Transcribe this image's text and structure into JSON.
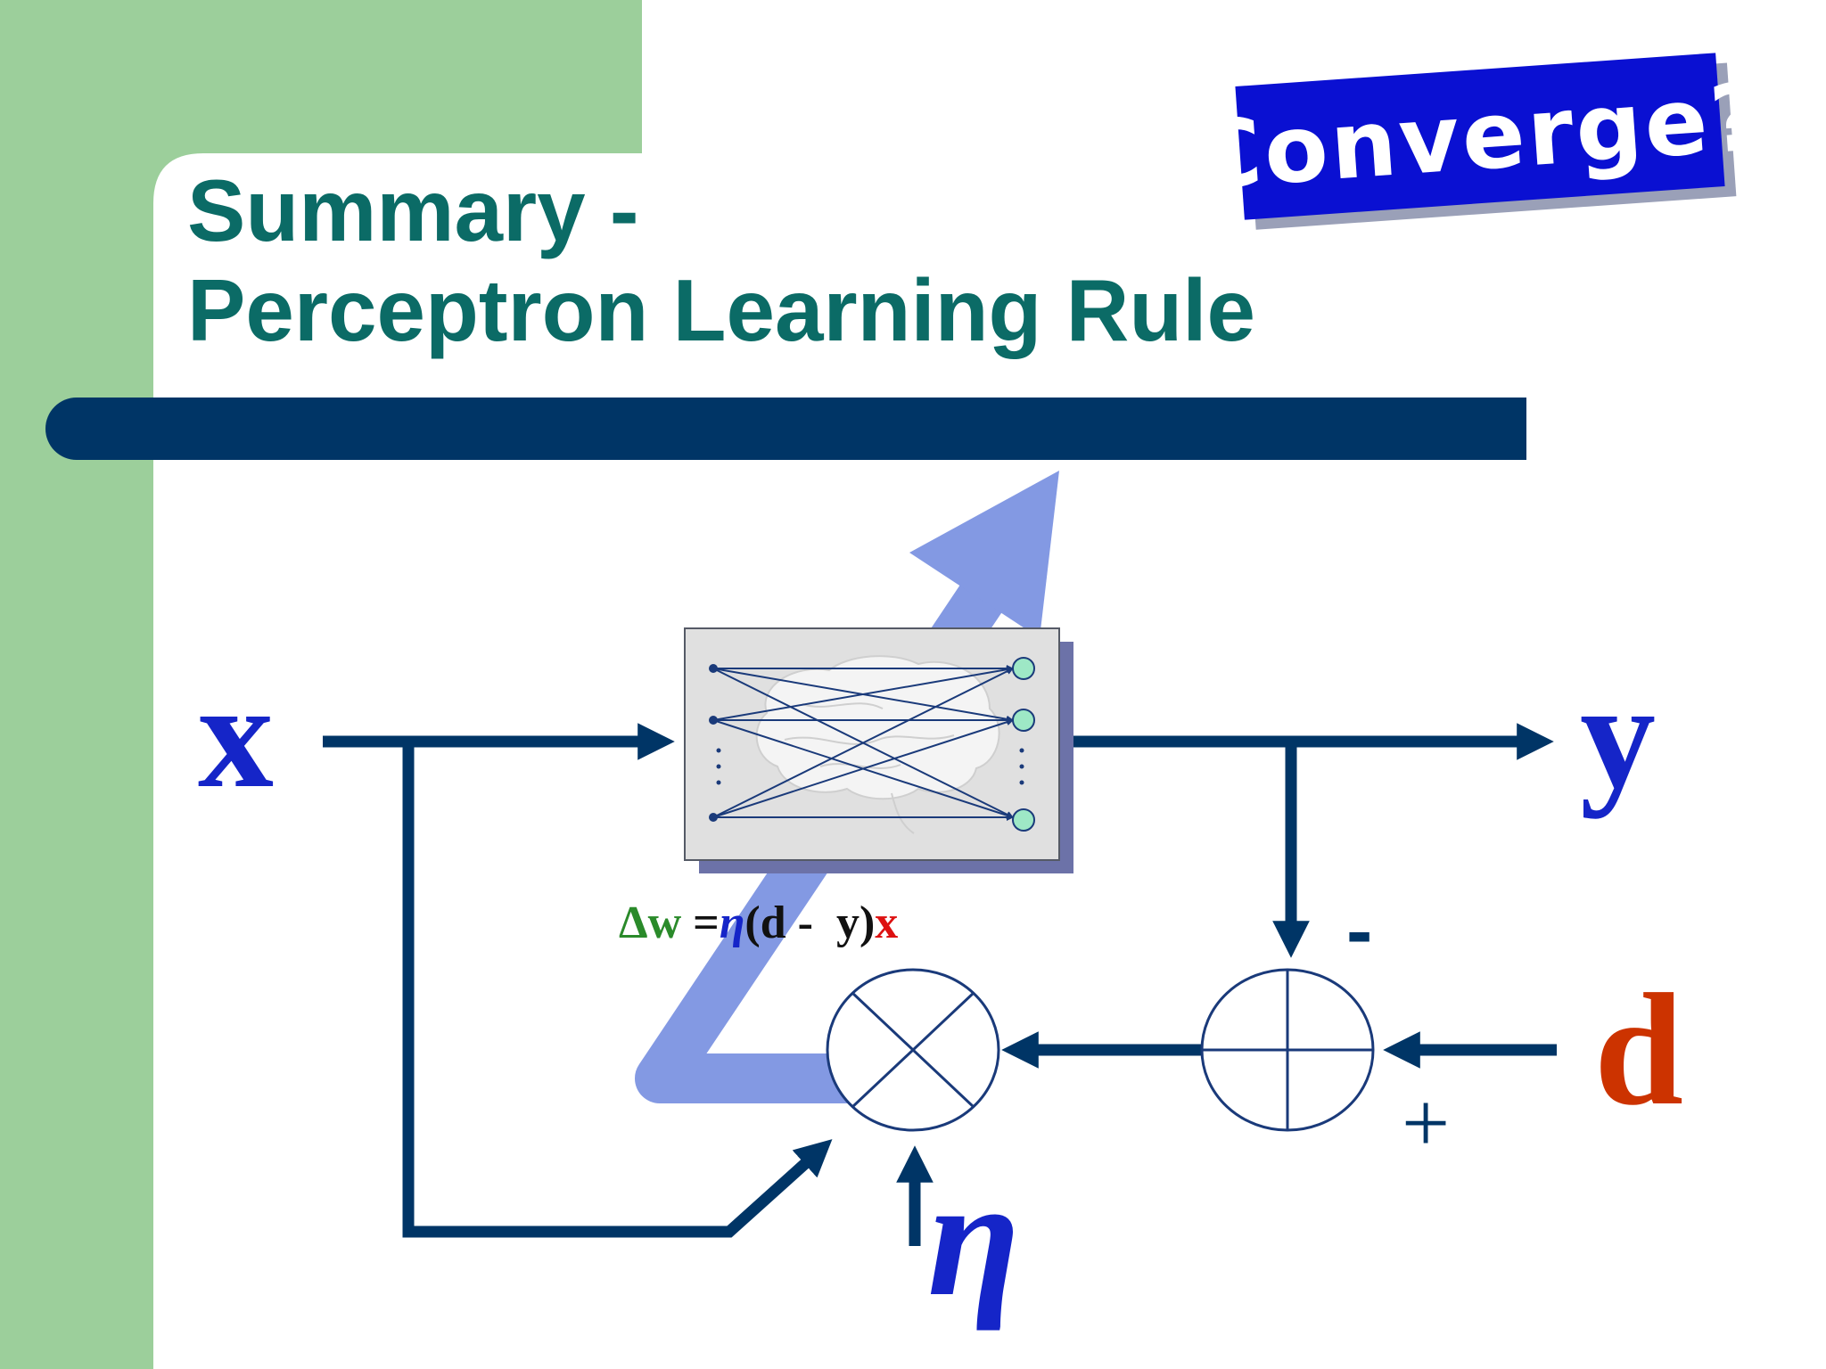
{
  "slide": {
    "title_line1": "Summary -",
    "title_line2": "Perceptron Learning Rule",
    "badge_text": "Converge?"
  },
  "diagram": {
    "input_label": "x",
    "output_label": "y",
    "desired_label": "d",
    "rate_label": "η",
    "minus_sign": "-",
    "plus_sign": "+",
    "formula": {
      "delta": "Δ",
      "w": "w",
      "equals": " =",
      "eta": "η",
      "open_paren": "(",
      "d": "d",
      "minus": " - ",
      "y": " y",
      "close_paren": ")",
      "x": "x"
    }
  },
  "colors": {
    "sidebar": "#9ccf9b",
    "title": "#0b6b66",
    "bar": "#003566",
    "badge": "#0a10d2",
    "label_blue": "#1525c8",
    "label_red": "#cc3300",
    "arrow_light_blue": "#8399e3",
    "node_fill": "#9ee8c6"
  }
}
